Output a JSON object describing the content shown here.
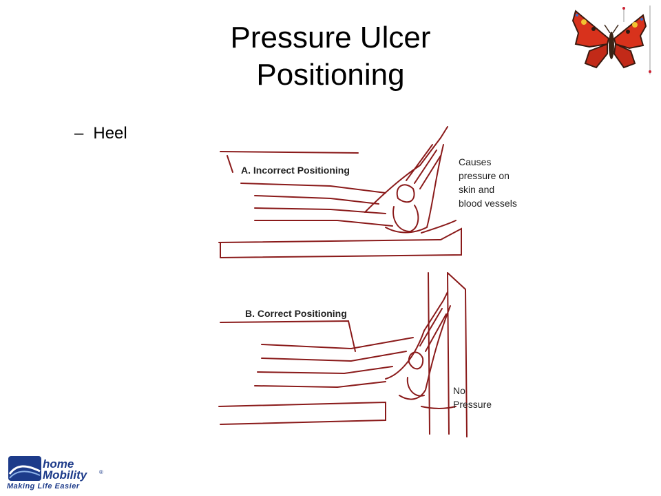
{
  "slide": {
    "title_line1": "Pressure Ulcer",
    "title_line2": "Positioning",
    "bullet_dash": "–",
    "bullet_text": "Heel"
  },
  "illustration": {
    "label_a": "A. Incorrect Positioning",
    "label_b": "B. Correct Positioning",
    "note_a_line1": "Causes",
    "note_a_line2": "pressure on",
    "note_a_line3": "skin and",
    "note_a_line4": "blood vessels",
    "note_b_line1": "No",
    "note_b_line2": "Pressure"
  },
  "logo": {
    "line1": "home",
    "line2": "Mobility",
    "tagline": "Making Life Easier",
    "registered": "®"
  },
  "colors": {
    "line": "#8a1a1a",
    "brand": "#1d3b8a",
    "butterfly_wing": "#d8321c"
  }
}
